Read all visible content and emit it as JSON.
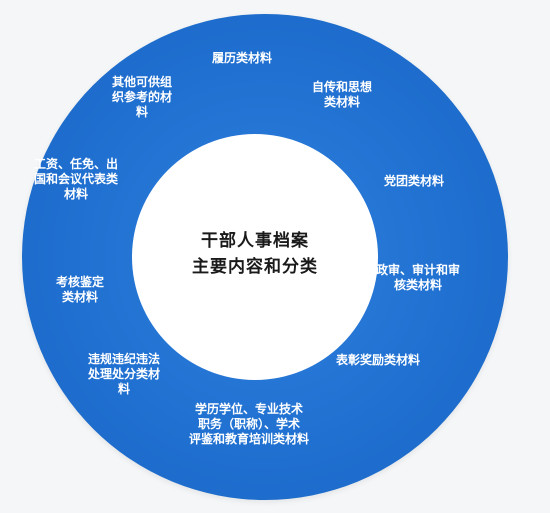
{
  "center": {
    "line1": "干部人事档案",
    "line2": "主要内容和分类"
  },
  "segments": [
    {
      "lines": [
        "履历类材料"
      ]
    },
    {
      "lines": [
        "自传和思想",
        "类材料"
      ]
    },
    {
      "lines": [
        "党团类材料"
      ]
    },
    {
      "lines": [
        "政审、审计和审",
        "核类材料"
      ]
    },
    {
      "lines": [
        "表彰奖励类材料"
      ]
    },
    {
      "lines": [
        "学历学位、专业技术",
        "职务（职称）、学术",
        "评鉴和教育培训类材料"
      ]
    },
    {
      "lines": [
        "违规违纪违法",
        "处理处分类材",
        "料"
      ]
    },
    {
      "lines": [
        "考核鉴定",
        "类材料"
      ]
    },
    {
      "lines": [
        "工资、任免、出",
        "国和会议代表类",
        "材料"
      ]
    },
    {
      "lines": [
        "其他可供组",
        "织参考的材",
        "料"
      ]
    }
  ],
  "colors": {
    "ring": "#1f6fd0",
    "center": "#ffffff",
    "segment_text": "#ffffff",
    "center_text": "#1a1a1a"
  }
}
